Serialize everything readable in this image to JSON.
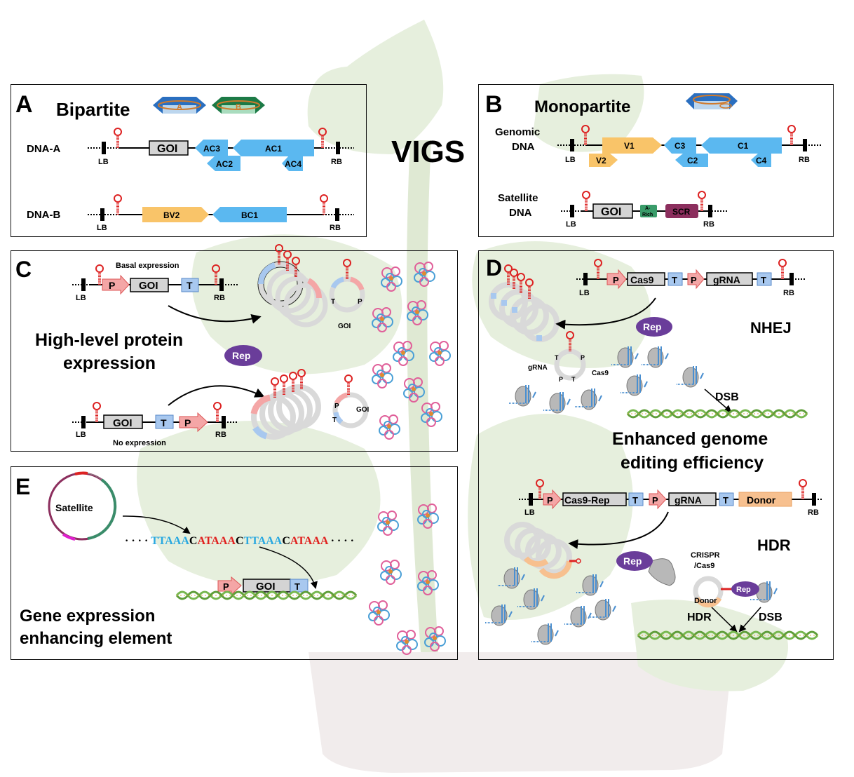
{
  "center_label": "VIGS",
  "colors": {
    "cyan_gene": "#5bb8f0",
    "orange_gene": "#f9c469",
    "promoter": "#f4a6a6",
    "terminator": "#a8c8ef",
    "goi_box": "#d4d4d4",
    "a_rich": "#3a9c6a",
    "scr": "#8c2f5e",
    "donor": "#f7c08f",
    "rep": "#6a3d9a",
    "hairpin": "#d22",
    "seq_blue": "#29a8e0",
    "seq_red": "#e0201e",
    "plant_bg": "#e6efdd",
    "pot_bg": "#f1ecec"
  },
  "panel_a": {
    "letter": "A",
    "title": "Bipartite",
    "virions": [
      "A",
      "B"
    ],
    "dna_a": {
      "label": "DNA-A",
      "lb": "LB",
      "rb": "RB",
      "goi": "GOI",
      "genes": [
        "AC3",
        "AC1",
        "AC2",
        "AC4"
      ]
    },
    "dna_b": {
      "label": "DNA-B",
      "lb": "LB",
      "rb": "RB",
      "genes": [
        "BV2",
        "BC1"
      ]
    }
  },
  "panel_b": {
    "letter": "B",
    "title": "Monopartite",
    "genomic": {
      "label_line1": "Genomic",
      "label_line2": "DNA",
      "lb": "LB",
      "rb": "RB",
      "genes": [
        "V1",
        "V2",
        "C3",
        "C1",
        "C2",
        "C4"
      ]
    },
    "satellite": {
      "label_line1": "Satellite",
      "label_line2": "DNA",
      "lb": "LB",
      "rb": "RB",
      "goi": "GOI",
      "a_rich_line1": "A-",
      "a_rich_line2": "Rich",
      "scr": "SCR"
    }
  },
  "panel_c": {
    "letter": "C",
    "top_caption": "Basal expression",
    "bottom_caption": "No expression",
    "lb": "LB",
    "rb": "RB",
    "p": "P",
    "goi": "GOI",
    "t": "T",
    "title_line1": "High-level protein",
    "title_line2": "expression",
    "rep": "Rep"
  },
  "panel_d": {
    "letter": "D",
    "nhej": "NHEJ",
    "hdr": "HDR",
    "lb": "LB",
    "rb": "RB",
    "p": "P",
    "t": "T",
    "cas9": "Cas9",
    "grna": "gRNA",
    "cas9_rep": "Cas9-Rep",
    "donor": "Donor",
    "rep": "Rep",
    "dsb": "DSB",
    "hdr_arrow": "HDR",
    "crispr_line1": "CRISPR",
    "crispr_line2": "/Cas9",
    "title_line1": "Enhanced genome",
    "title_line2": "editing efficiency"
  },
  "panel_e": {
    "letter": "E",
    "satellite": "Satellite",
    "sequence": [
      {
        "text": "TTAAA",
        "color": "blue"
      },
      {
        "text": "C",
        "color": "black"
      },
      {
        "text": "ATAAA",
        "color": "red"
      },
      {
        "text": "C",
        "color": "black"
      },
      {
        "text": "TTAAA",
        "color": "blue"
      },
      {
        "text": "C",
        "color": "black"
      },
      {
        "text": "ATAAA",
        "color": "red"
      }
    ],
    "p": "P",
    "goi": "GOI",
    "t": "T",
    "title_line1": "Gene expression",
    "title_line2": "enhancing element"
  }
}
